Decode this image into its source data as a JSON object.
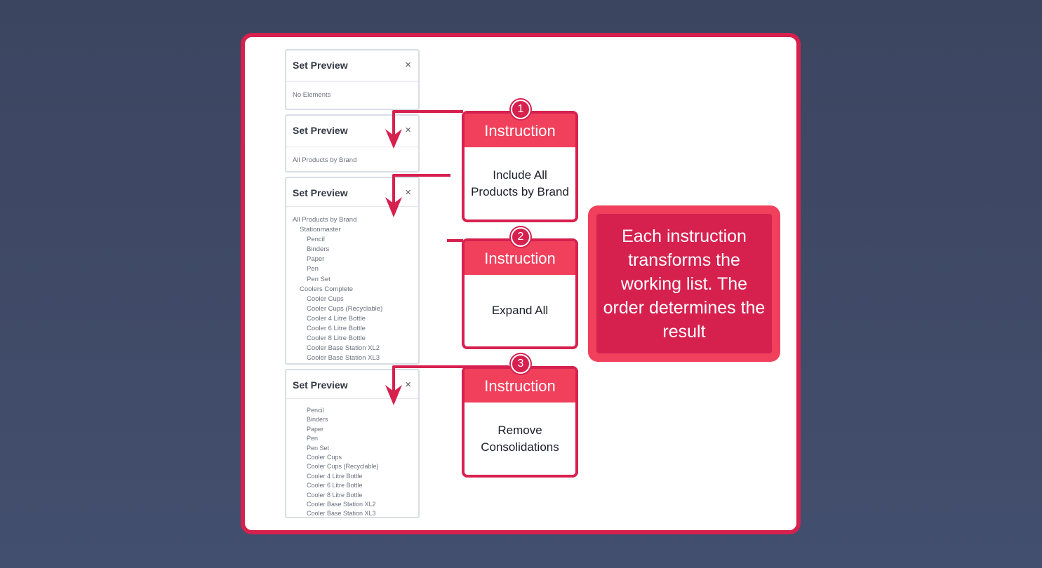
{
  "panels": [
    {
      "title": "Set Preview",
      "close": "×",
      "rows": [
        {
          "text": "No Elements",
          "level": 0
        }
      ]
    },
    {
      "title": "Set Preview",
      "close": "×",
      "rows": [
        {
          "text": "All Products by Brand",
          "level": 0
        }
      ]
    },
    {
      "title": "Set Preview",
      "close": "×",
      "rows": [
        {
          "text": "All Products by Brand",
          "level": 0
        },
        {
          "text": "Stationmaster",
          "level": 1
        },
        {
          "text": "Pencil",
          "level": 2
        },
        {
          "text": "Binders",
          "level": 2
        },
        {
          "text": "Paper",
          "level": 2
        },
        {
          "text": "Pen",
          "level": 2
        },
        {
          "text": "Pen Set",
          "level": 2
        },
        {
          "text": "Coolers Complete",
          "level": 1
        },
        {
          "text": "Cooler Cups",
          "level": 2
        },
        {
          "text": "Cooler Cups (Recyclable)",
          "level": 2
        },
        {
          "text": "Cooler 4 Litre Bottle",
          "level": 2
        },
        {
          "text": "Cooler 6 Litre Bottle",
          "level": 2
        },
        {
          "text": "Cooler 8 Litre Bottle",
          "level": 2
        },
        {
          "text": "Cooler Base Station XL2",
          "level": 2
        },
        {
          "text": "Cooler Base Station XL3",
          "level": 2
        }
      ]
    },
    {
      "title": "Set Preview",
      "close": "×",
      "rows": [
        {
          "text": "Pencil",
          "level": 2
        },
        {
          "text": "Binders",
          "level": 2
        },
        {
          "text": "Paper",
          "level": 2
        },
        {
          "text": "Pen",
          "level": 2
        },
        {
          "text": "Pen Set",
          "level": 2
        },
        {
          "text": "Cooler Cups",
          "level": 2
        },
        {
          "text": "Cooler Cups (Recyclable)",
          "level": 2
        },
        {
          "text": "Cooler 4 Litre Bottle",
          "level": 2
        },
        {
          "text": "Cooler 6 Litre Bottle",
          "level": 2
        },
        {
          "text": "Cooler 8 Litre Bottle",
          "level": 2
        },
        {
          "text": "Cooler Base Station XL2",
          "level": 2
        },
        {
          "text": "Cooler Base Station XL3",
          "level": 2
        }
      ]
    }
  ],
  "instructions": [
    {
      "number": "1",
      "header": "Instruction",
      "body": "Include All Products by Brand"
    },
    {
      "number": "2",
      "header": "Instruction",
      "body": "Expand All"
    },
    {
      "number": "3",
      "header": "Instruction",
      "body": "Remove Consolidations"
    }
  ],
  "callout": {
    "text": "Each instruction transforms the working list. The order determines the result"
  },
  "colors": {
    "accent": "#d6214f",
    "accent_light": "#f0405c",
    "background": "#3f4864"
  }
}
